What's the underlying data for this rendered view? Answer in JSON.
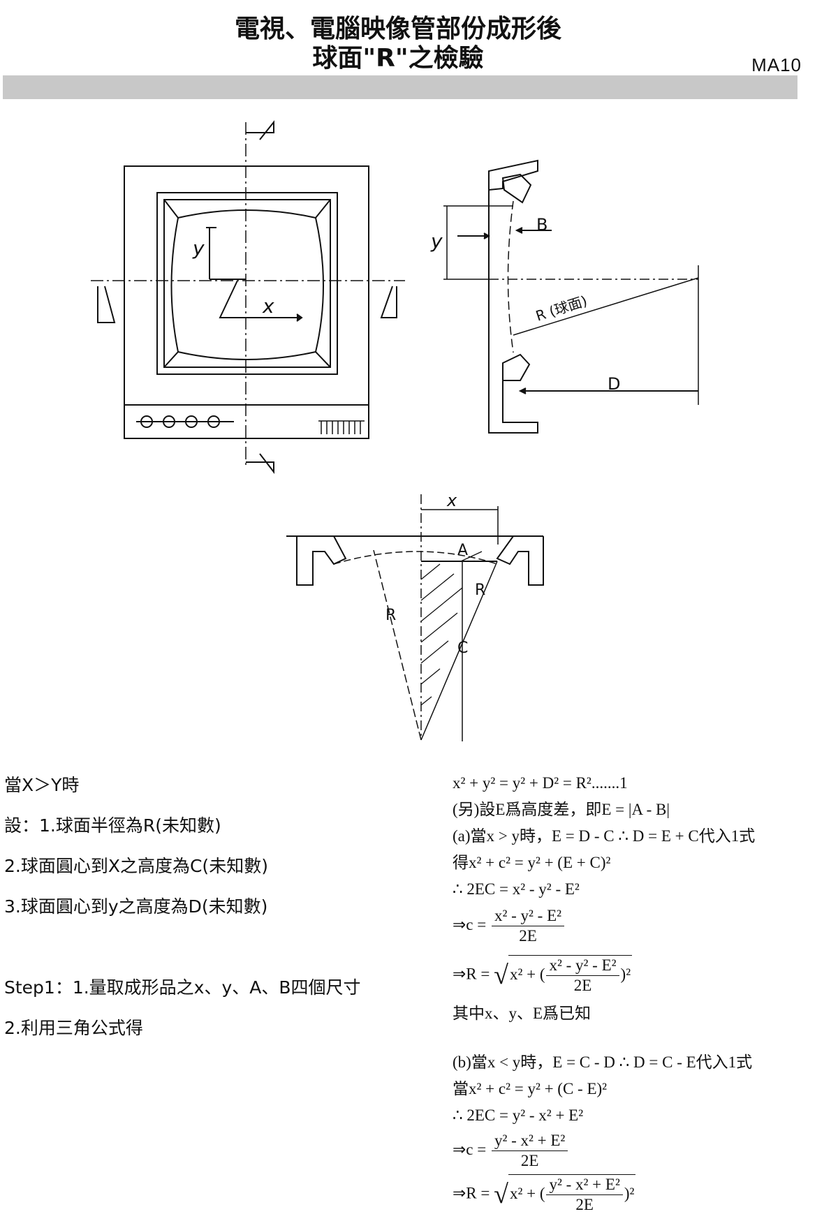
{
  "header": {
    "title_line1": "電視、電腦映像管部份成形後",
    "title_line2": "球面\"R\"之檢驗",
    "code": "MA10"
  },
  "figure_labels": {
    "y": "y",
    "x": "x",
    "B": "B",
    "D": "D",
    "R_sphere": "R (球面)",
    "x2": "x",
    "A": "A",
    "R_right": "R",
    "R_left": "R",
    "C": "C"
  },
  "left_text": {
    "l1": "當X＞Y時",
    "l2": "設：1.球面半徑為R(未知數)",
    "l3": "2.球面圓心到X之高度為C(未知數)",
    "l4": "3.球面圓心到y之高度為D(未知數)",
    "l5": "Step1：1.量取成形品之x、y、A、B四個尺寸",
    "l6": "2.利用三角公式得"
  },
  "equations": {
    "e1": "x² + y² = y² + D² = R².......1",
    "e2": "(另)設E爲高度差，即E = |A - B|",
    "e3": "(a)當x > y時，E = D - C ∴ D = E + C代入1式",
    "e4": "得x² + c² = y² + (E + C)²",
    "e5": "∴ 2EC = x² - y² - E²",
    "e6_pre": "⇒c =",
    "e6_num": "x² - y² - E²",
    "e6_den": "2E",
    "e7_pre": "⇒R =",
    "e7_in": "x² + (",
    "e7_num": "x² - y² - E²",
    "e7_den": "2E",
    "e7_post": ")²",
    "e8": "其中x、y、E爲已知",
    "e9": "(b)當x < y時，E = C - D ∴ D = C - E代入1式",
    "e10": "當x² + c² = y² + (C - E)²",
    "e11": "∴ 2EC = y² - x² + E²",
    "e12_pre": "⇒c =",
    "e12_num": "y² - x² + E²",
    "e12_den": "2E",
    "e13_pre": "⇒R =",
    "e13_in": "x² + (",
    "e13_num": "y² - x² + E²",
    "e13_den": "2E",
    "e13_post": ")²"
  }
}
